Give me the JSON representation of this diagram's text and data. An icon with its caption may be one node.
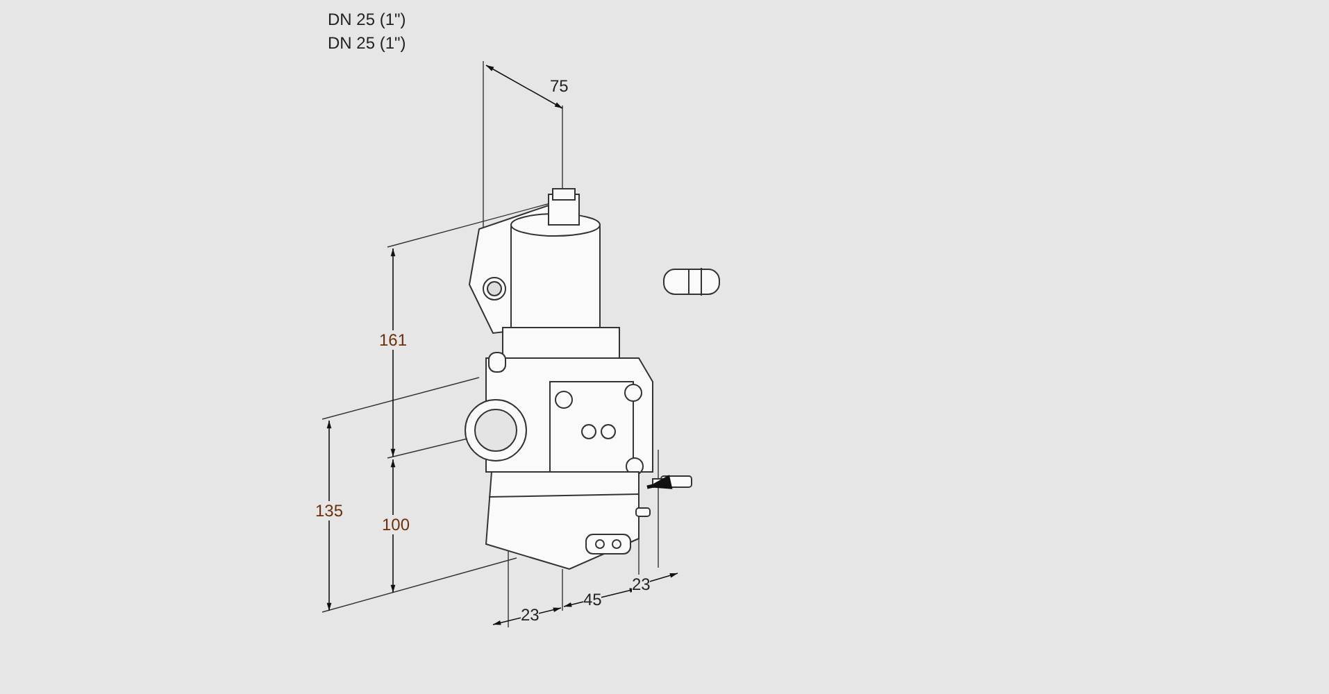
{
  "diagram": {
    "labels": [
      "DN 25 (1\")",
      "DN 25 (1\")",
      "75",
      "161",
      "135",
      "100",
      "23",
      "45",
      "23"
    ]
  }
}
